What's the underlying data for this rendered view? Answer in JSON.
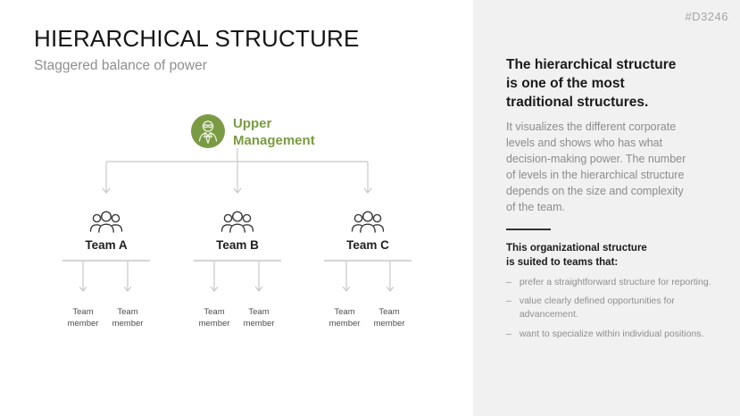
{
  "header": {
    "title": "HIERARCHICAL STRUCTURE",
    "subtitle": "Staggered balance of power"
  },
  "diagram": {
    "root": {
      "label": "Upper\nManagement",
      "icon": "manager-icon"
    },
    "teams": [
      {
        "name": "Team A",
        "icon": "team-people-icon",
        "members": [
          "Team member",
          "Team member"
        ]
      },
      {
        "name": "Team B",
        "icon": "team-people-icon",
        "members": [
          "Team member",
          "Team member"
        ]
      },
      {
        "name": "Team C",
        "icon": "team-people-icon",
        "members": [
          "Team member",
          "Team member"
        ]
      }
    ]
  },
  "sidebar": {
    "code": "#D3246",
    "heading": "The hierarchical structure\nis one of the most\ntraditional structures.",
    "body": "It visualizes the different corporate\nlevels and shows who has what\ndecision-making power. The number\nof levels in the hierarchical structure\ndepends on the size and complexity\nof the team.",
    "subheading": "This organizational structure\nis suited to teams that:",
    "bullet_marker": "–",
    "bullets": [
      "prefer a straightforward structure for reporting.",
      "value clearly defined opportunities for\nadvancement.",
      "want to specialize within individual positions."
    ]
  },
  "colors": {
    "accent_green": "#7a9b43",
    "panel_background": "#f1f1f1",
    "connector_gray": "#c8c8c8",
    "text_dark": "#1b1b1b",
    "text_gray": "#8c8c8c"
  }
}
